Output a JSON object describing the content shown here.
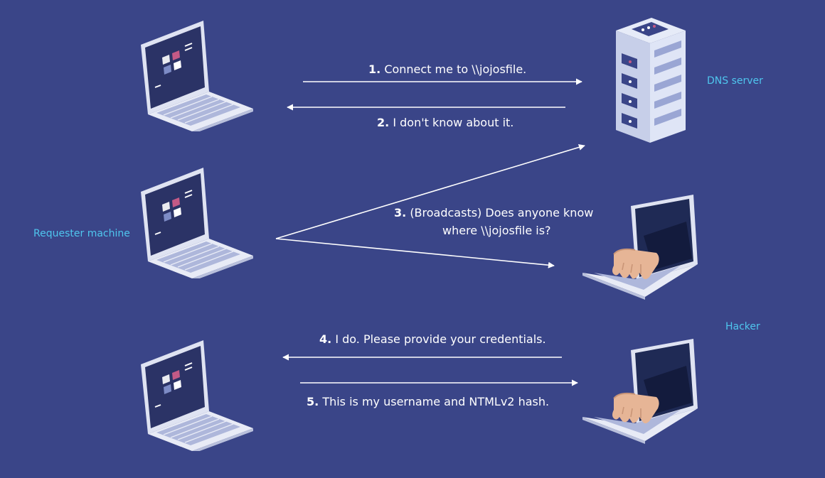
{
  "labels": {
    "dns_server": "DNS server",
    "requester": "Requester machine",
    "hacker": "Hacker"
  },
  "messages": [
    {
      "num": "1.",
      "text": "Connect me to \\\\jojosfile."
    },
    {
      "num": "2.",
      "text": "I don't know about it."
    },
    {
      "num": "3.",
      "text": "(Broadcasts) Does anyone know",
      "text2": "where \\\\jojosfile is?"
    },
    {
      "num": "4.",
      "text": "I do. Please provide your credentials."
    },
    {
      "num": "5.",
      "text": "This is my username and NTMLv2 hash."
    }
  ],
  "colors": {
    "background": "#3a4588",
    "label": "#4fc6ee",
    "text": "#ffffff",
    "screen": "#2b3366",
    "tile_pink": "#c45a86",
    "tile_white": "#ffffff",
    "tile_blue": "#7d8cc6"
  }
}
